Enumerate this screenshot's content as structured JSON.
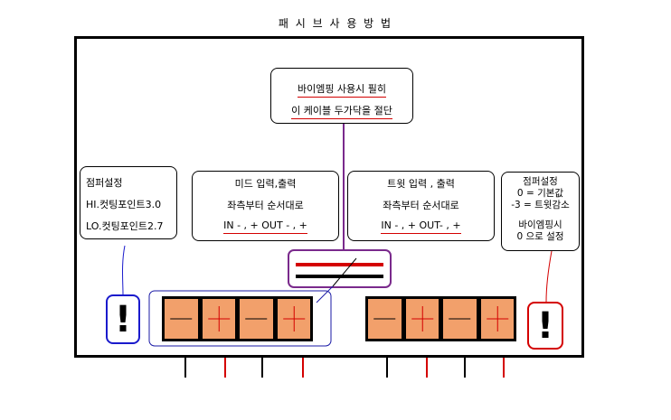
{
  "title": "패 시 브   사 용 방 법",
  "top_note": {
    "line1": "바이엠핑 사용시 필히",
    "line2": "이 케이블 두가닥을 절단"
  },
  "left_note": {
    "line1": "점퍼설정",
    "line2": "HI.컷팅포인트3.0",
    "line3": "LO.컷팅포인트2.7"
  },
  "mid_note": {
    "line1": "미드 입력,출력",
    "line2": "좌측부터 순서대로",
    "line3": "IN - , +   OUT - , +"
  },
  "tweet_note": {
    "line1": "트윗 입력 , 출력",
    "line2": "좌측부터 순서대로",
    "line3": "IN - , +      OUT- , +"
  },
  "right_note": {
    "line1": "점퍼설정",
    "line2": "0 = 기본값",
    "line3": "-3 = 트윗감소",
    "line4": "바이엠핑시",
    "line5": "0 으로 설정"
  },
  "warning_symbol": "!",
  "terminals": {
    "mid": [
      "-",
      "+",
      "-",
      "+"
    ],
    "tweet": [
      "-",
      "+",
      "-",
      "+"
    ]
  },
  "colors": {
    "outline": "#000000",
    "terminal_fill": "#f2a06b",
    "positive": "#d40000",
    "mid_group_outline": "#1a1aa6",
    "cable_box_outline": "#7a2a8c",
    "left_warning_outline": "#1a1acc",
    "right_warning_outline": "#d40000"
  }
}
